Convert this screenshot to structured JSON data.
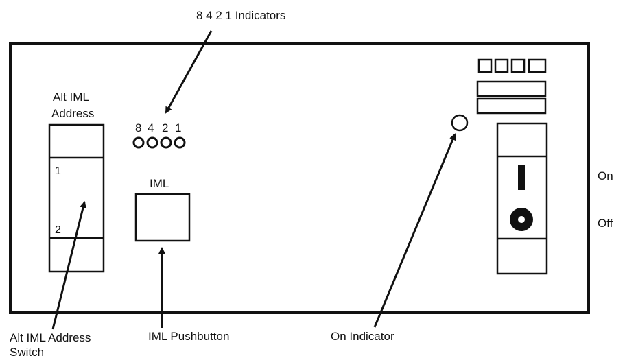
{
  "labels": {
    "indicators_callout": "8 4 2 1 Indicators",
    "indicator_numbers": [
      "8",
      "4",
      "2",
      "1"
    ],
    "alt_iml_title_line1": "Alt IML",
    "alt_iml_title_line2": "Address",
    "switch_pos_1": "1",
    "switch_pos_2": "2",
    "iml_title": "IML",
    "on_label": "On",
    "off_label": "Off",
    "callout_switch_line1": "Alt IML Address",
    "callout_switch_line2": "Switch",
    "callout_pushbutton": "IML Pushbutton",
    "callout_on_indicator": "On Indicator"
  }
}
